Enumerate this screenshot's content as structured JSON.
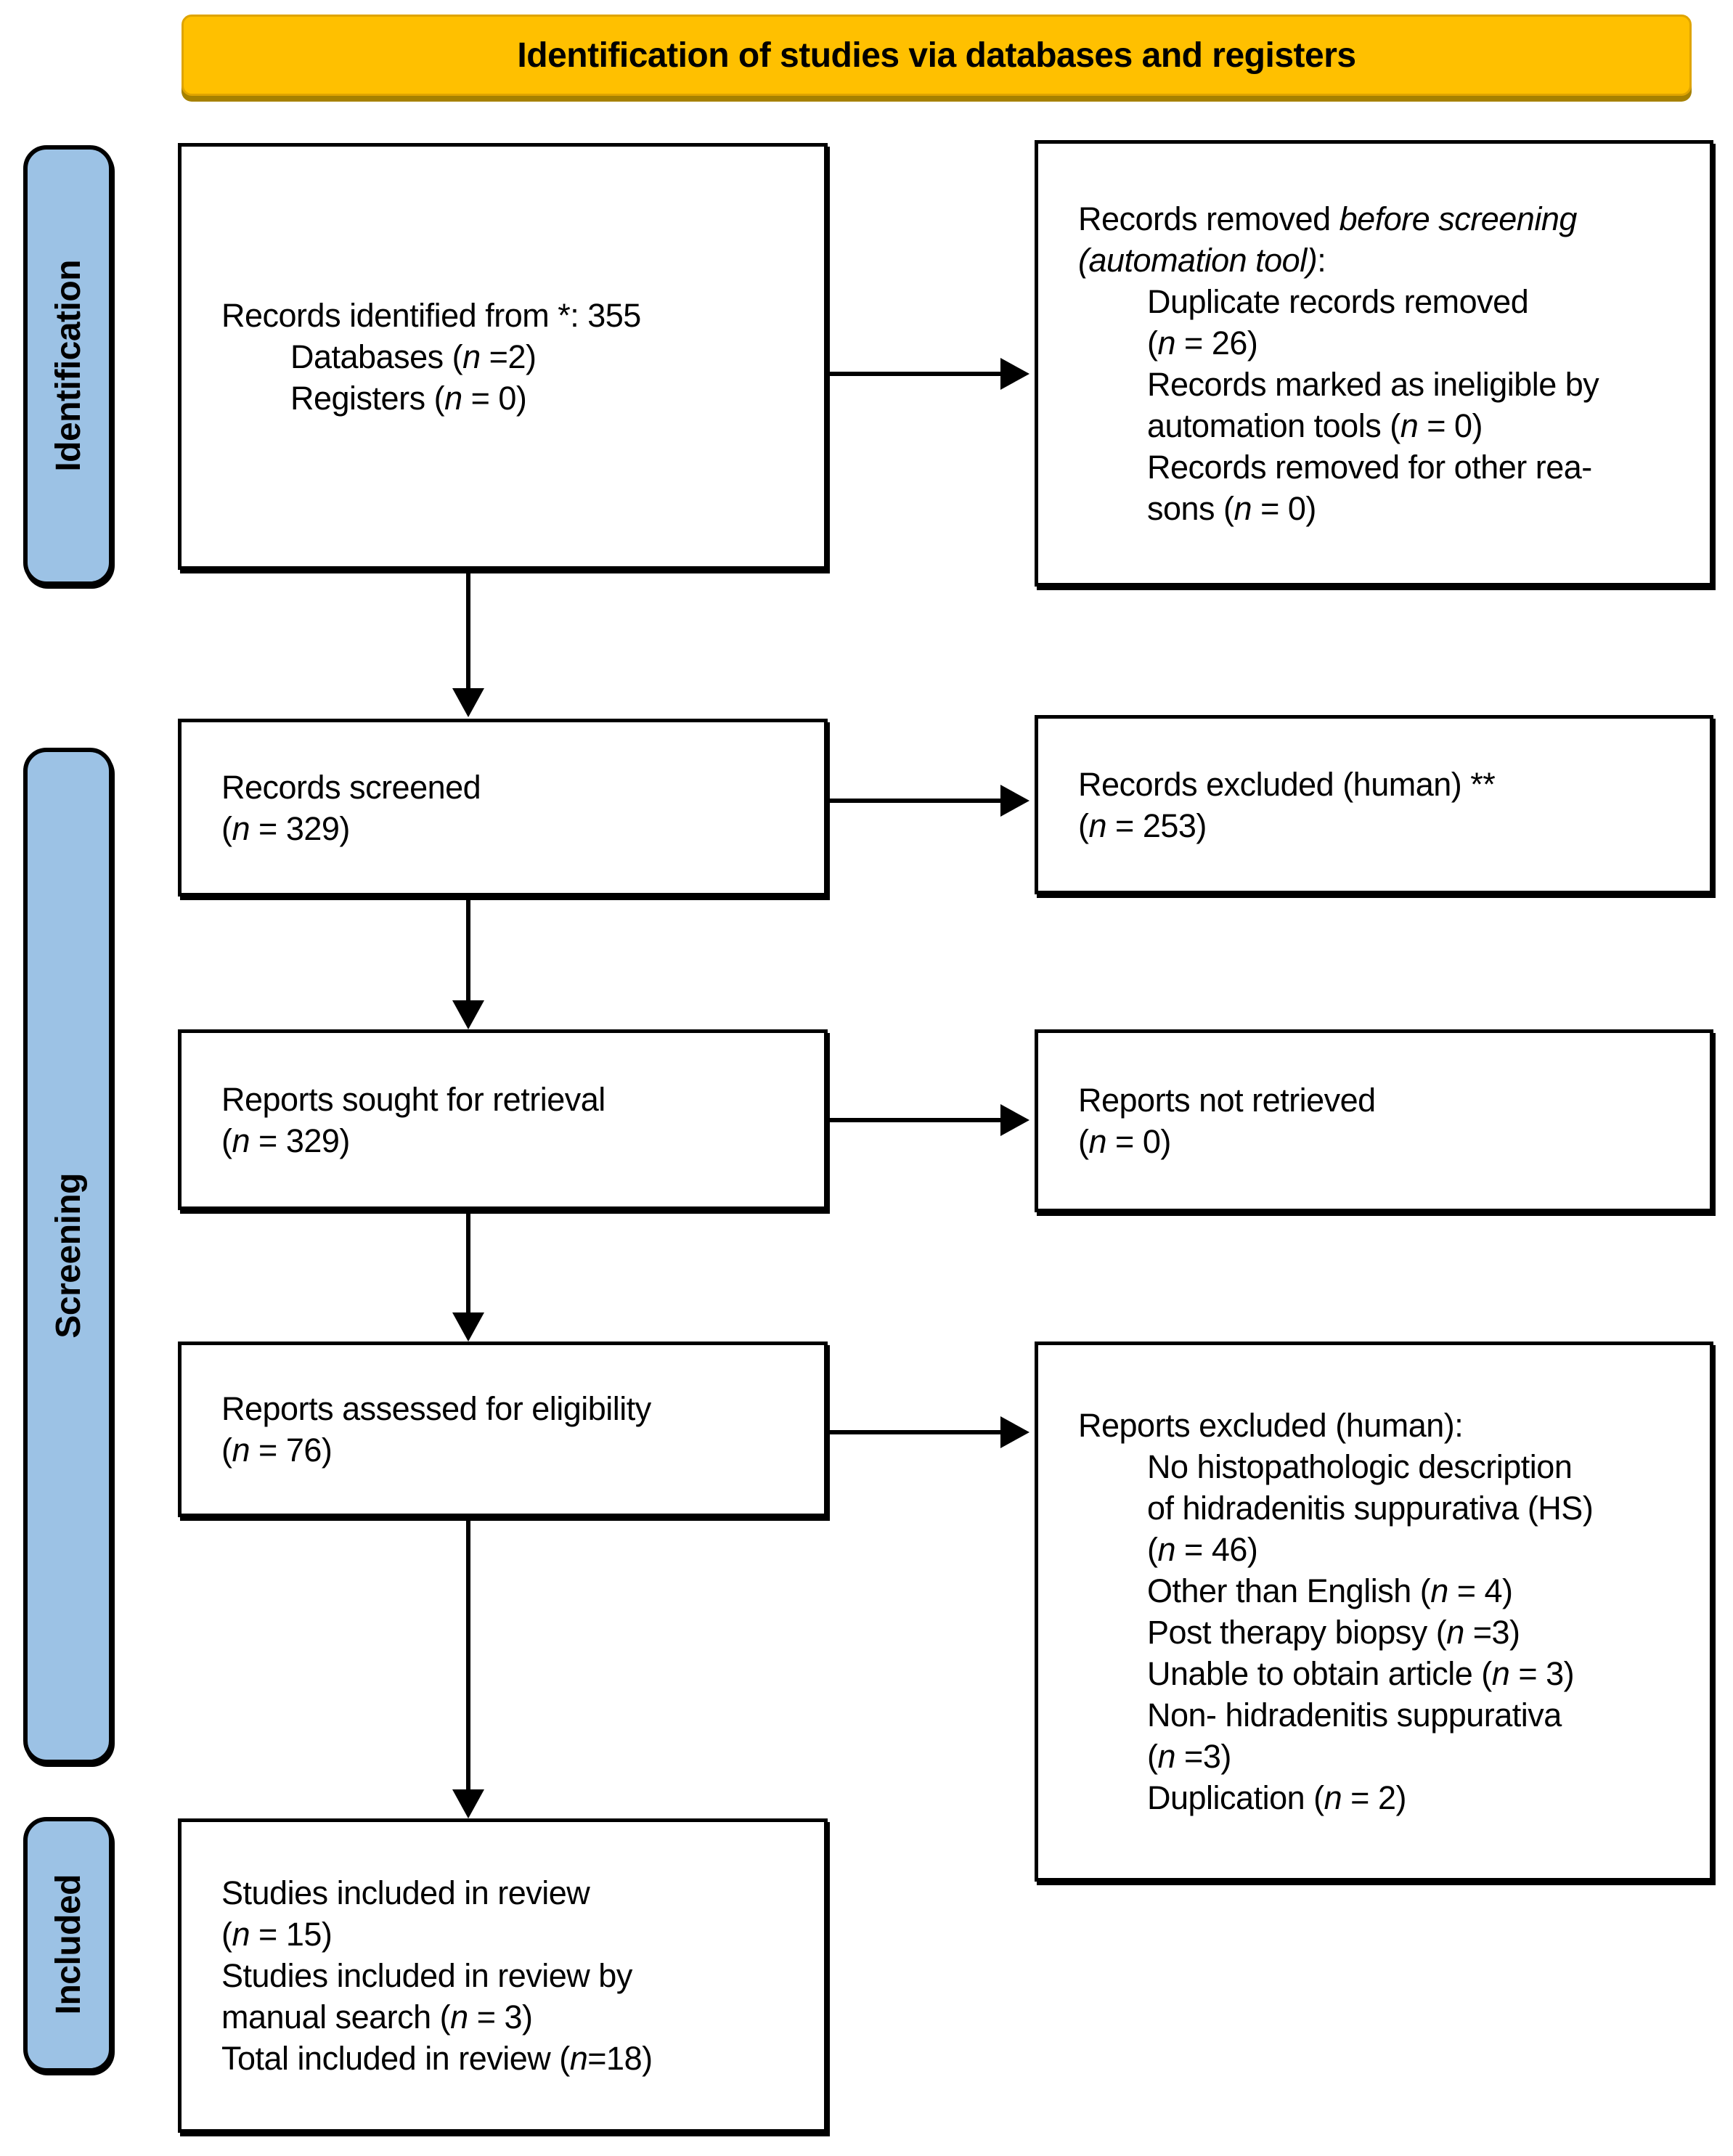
{
  "banner": {
    "title": "Identification of studies via databases and registers"
  },
  "sidebar": {
    "stages": [
      {
        "label": "Identification"
      },
      {
        "label": "Screening"
      },
      {
        "label": "Included"
      }
    ]
  },
  "colors": {
    "banner_fill": "#FFC000",
    "banner_edge": "#DFA400",
    "banner_shadow": "#A68100",
    "stage_fill": "#9CC2E5",
    "ink": "#000000",
    "paper": "#FFFFFF"
  },
  "boxes": {
    "records_identified": {
      "lines": [
        {
          "ind": 0,
          "seg": [
            "Records identified from *: 355"
          ]
        },
        {
          "ind": 1,
          "seg": [
            "Databases (",
            [
              "n",
              1
            ],
            " =2)"
          ]
        },
        {
          "ind": 1,
          "seg": [
            "Registers (",
            [
              "n",
              1
            ],
            " = 0)"
          ]
        }
      ]
    },
    "records_removed": {
      "lines": [
        {
          "ind": 0,
          "seg": [
            "Records removed ",
            [
              "before screening",
              1
            ]
          ]
        },
        {
          "ind": 0,
          "seg": [
            [
              "(automation tool)",
              1
            ],
            ":"
          ]
        },
        {
          "ind": 1,
          "seg": [
            "Duplicate records removed"
          ]
        },
        {
          "ind": 1,
          "seg": [
            "(",
            [
              "n",
              1
            ],
            " = 26)"
          ]
        },
        {
          "ind": 1,
          "seg": [
            "Records marked as ineligible by"
          ]
        },
        {
          "ind": 1,
          "seg": [
            "automation tools (",
            [
              "n",
              1
            ],
            " = 0)"
          ]
        },
        {
          "ind": 1,
          "seg": [
            "Records removed for other rea-"
          ]
        },
        {
          "ind": 1,
          "seg": [
            "sons (",
            [
              "n",
              1
            ],
            " = 0)"
          ]
        }
      ]
    },
    "records_screened": {
      "lines": [
        {
          "ind": 0,
          "seg": [
            "Records screened"
          ]
        },
        {
          "ind": 0,
          "seg": [
            "(",
            [
              "n",
              1
            ],
            " = 329)"
          ]
        }
      ]
    },
    "records_excluded": {
      "lines": [
        {
          "ind": 0,
          "seg": [
            "Records excluded (human) **"
          ]
        },
        {
          "ind": 0,
          "seg": [
            "(",
            [
              "n",
              1
            ],
            " = 253)"
          ]
        }
      ]
    },
    "reports_sought": {
      "lines": [
        {
          "ind": 0,
          "seg": [
            "Reports sought for retrieval"
          ]
        },
        {
          "ind": 0,
          "seg": [
            "(",
            [
              "n",
              1
            ],
            " = 329)"
          ]
        }
      ]
    },
    "reports_not_retrieved": {
      "lines": [
        {
          "ind": 0,
          "seg": [
            "Reports not retrieved"
          ]
        },
        {
          "ind": 0,
          "seg": [
            "(",
            [
              "n",
              1
            ],
            " = 0)"
          ]
        }
      ]
    },
    "reports_assessed": {
      "lines": [
        {
          "ind": 0,
          "seg": [
            "Reports assessed for eligibility"
          ]
        },
        {
          "ind": 0,
          "seg": [
            "(",
            [
              "n",
              1
            ],
            " = 76)"
          ]
        }
      ]
    },
    "reports_excluded": {
      "lines": [
        {
          "ind": 0,
          "seg": [
            "Reports excluded (human):"
          ]
        },
        {
          "ind": 1,
          "seg": [
            "No histopathologic description"
          ]
        },
        {
          "ind": 1,
          "seg": [
            "of hidradenitis suppurativa (HS)"
          ]
        },
        {
          "ind": 1,
          "seg": [
            "(",
            [
              "n",
              1
            ],
            " = 46)"
          ]
        },
        {
          "ind": 1,
          "seg": [
            "Other than English (",
            [
              "n",
              1
            ],
            " = 4)"
          ]
        },
        {
          "ind": 1,
          "seg": [
            "Post therapy biopsy (",
            [
              "n",
              1
            ],
            " =3)"
          ]
        },
        {
          "ind": 1,
          "seg": [
            "Unable to obtain article (",
            [
              "n",
              1
            ],
            " = 3)"
          ]
        },
        {
          "ind": 1,
          "seg": [
            "Non- hidradenitis suppurativa"
          ]
        },
        {
          "ind": 1,
          "seg": [
            "(",
            [
              "n",
              1
            ],
            " =3)"
          ]
        },
        {
          "ind": 1,
          "seg": [
            "Duplication (",
            [
              "n",
              1
            ],
            " = 2)"
          ]
        }
      ]
    },
    "studies_included": {
      "lines": [
        {
          "ind": 0,
          "seg": [
            "Studies included in review"
          ]
        },
        {
          "ind": 0,
          "seg": [
            "(",
            [
              "n",
              1
            ],
            " = 15)"
          ]
        },
        {
          "ind": 0,
          "seg": [
            "Studies included in review by"
          ]
        },
        {
          "ind": 0,
          "seg": [
            "manual search (",
            [
              "n",
              1
            ],
            " = 3)"
          ]
        },
        {
          "ind": 0,
          "seg": [
            "Total included in review (",
            [
              "n",
              1
            ],
            "=18)"
          ]
        }
      ]
    }
  }
}
